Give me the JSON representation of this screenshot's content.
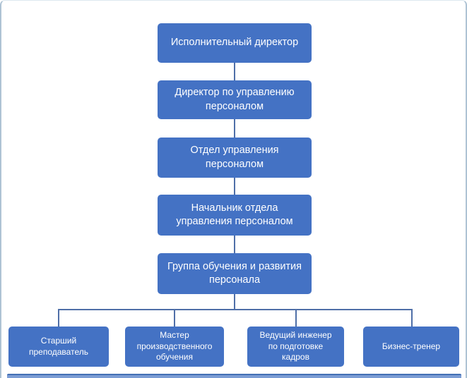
{
  "page": {
    "background": "#ffffff",
    "frame_color": "#aec3d4"
  },
  "org_chart": {
    "type": "org-chart",
    "node_fill": "#4472c4",
    "node_text_color": "#ffffff",
    "connector_color": "#4f6fa8",
    "chain": [
      {
        "id": "executive-director",
        "label": "Исполнительный директор"
      },
      {
        "id": "hr-director",
        "label": "Директор по управлению\nперсоналом"
      },
      {
        "id": "hr-department",
        "label": "Отдел управления\nперсоналом"
      },
      {
        "id": "hr-department-head",
        "label": "Начальник отдела\nуправления персоналом"
      },
      {
        "id": "training-development-group",
        "label": "Группа обучения и развития\nперсонала"
      }
    ],
    "leaves": [
      {
        "id": "senior-lecturer",
        "label": "Старший\nпреподаватель"
      },
      {
        "id": "industrial-training-master",
        "label": "Мастер\nпроизводственного\nобучения"
      },
      {
        "id": "lead-training-engineer",
        "label": "Ведущий инженер\nпо подготовке\nкадров"
      },
      {
        "id": "business-trainer",
        "label": "Бизнес-тренер"
      }
    ]
  }
}
